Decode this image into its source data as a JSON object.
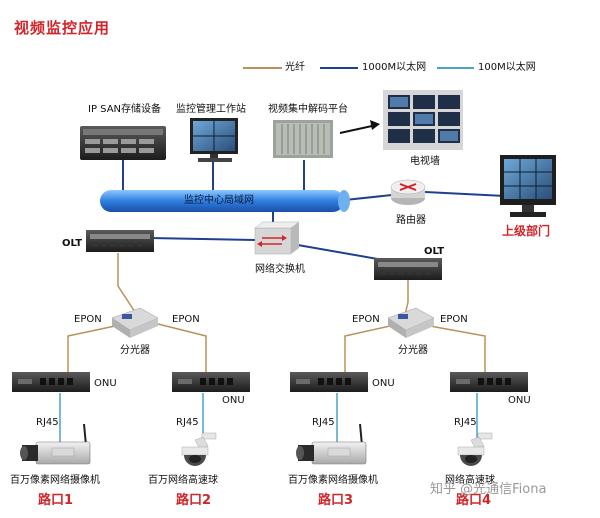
{
  "title": "视频监控应用",
  "legend": [
    {
      "label": "光纤",
      "color": "#b8925a"
    },
    {
      "label": "1000M以太网",
      "color": "#1f3f8f"
    },
    {
      "label": "100M以太网",
      "color": "#4aa3c8"
    }
  ],
  "nodes": {
    "storage": "IP SAN存储设备",
    "workstation": "监控管理工作站",
    "decoder": "视频集中解码平台",
    "tv_wall": "电视墙",
    "lan": "监控中心局域网",
    "router": "路由器",
    "superior": "上级部门",
    "olt_left": "OLT",
    "olt_right": "OLT",
    "switch": "网络交换机",
    "epon_1": "EPON",
    "epon_2": "EPON",
    "epon_3": "EPON",
    "epon_4": "EPON",
    "splitter_left": "分光器",
    "splitter_right": "分光器",
    "onu_1": "ONU",
    "onu_2": "ONU",
    "onu_3": "ONU",
    "onu_4": "ONU",
    "rj45_1": "RJ45",
    "rj45_2": "RJ45",
    "rj45_3": "RJ45",
    "rj45_4": "RJ45",
    "cam_1": "百万像素网络摄像机",
    "cam_2": "百万网络高速球",
    "cam_3": "百万像素网络摄像机",
    "cam_4": "网络高速球",
    "port_1": "路口1",
    "port_2": "路口2",
    "port_3": "路口3",
    "port_4": "路口4"
  },
  "watermark": "知乎 @光通信Fiona"
}
